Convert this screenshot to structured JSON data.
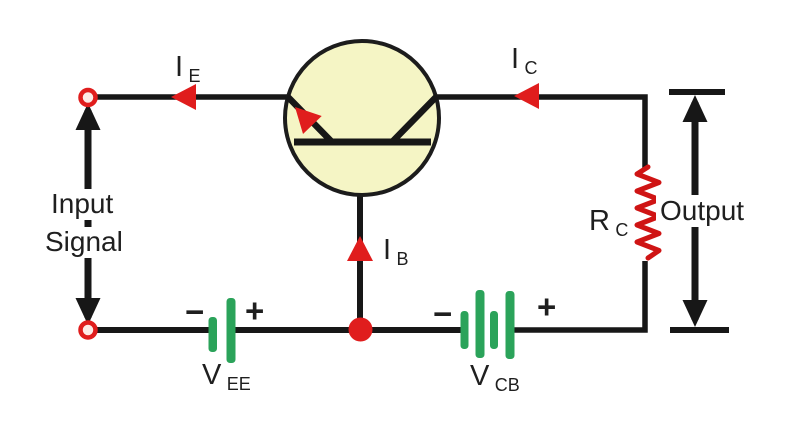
{
  "colors": {
    "background": "#ffffff",
    "wire": "#171717",
    "text": "#1f1f1f",
    "red": "#e01d1d",
    "resistor_red": "#cf1414",
    "green": "#2ba35a",
    "transistor_fill": "#f5f5c5",
    "transistor_stroke": "#1c1c1c",
    "terminal_fill": "#fdeae6"
  },
  "labels": {
    "current_emitter": {
      "main": "I",
      "sub": "E"
    },
    "current_collector": {
      "main": "I",
      "sub": "C"
    },
    "current_base": {
      "main": "I",
      "sub": "B"
    },
    "resistor": {
      "main": "R",
      "sub": "C"
    },
    "battery_emitter": {
      "main": "V",
      "sub": "EE"
    },
    "battery_collector": {
      "main": "V",
      "sub": "CB"
    },
    "input_line1": "Input",
    "input_line2": "Signal",
    "output": "Output",
    "vee_minus": "−",
    "vee_plus": "+",
    "vcb_minus": "−",
    "vcb_plus": "+"
  }
}
